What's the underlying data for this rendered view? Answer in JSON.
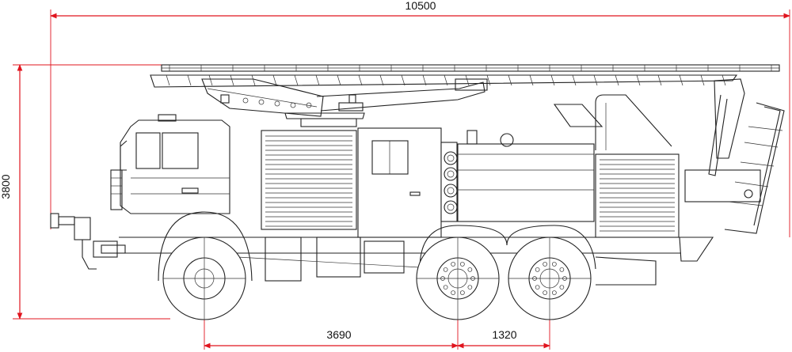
{
  "drawing": {
    "subject": "fire-truck-side-elevation",
    "units": "mm",
    "dimensions": {
      "overall_length": "10500",
      "overall_height": "3800",
      "wheelbase_front": "3690",
      "wheelbase_rear": "1320"
    },
    "colors": {
      "dimension_lines": "#e0141e",
      "outline": "#222222",
      "background": "#ffffff"
    }
  }
}
